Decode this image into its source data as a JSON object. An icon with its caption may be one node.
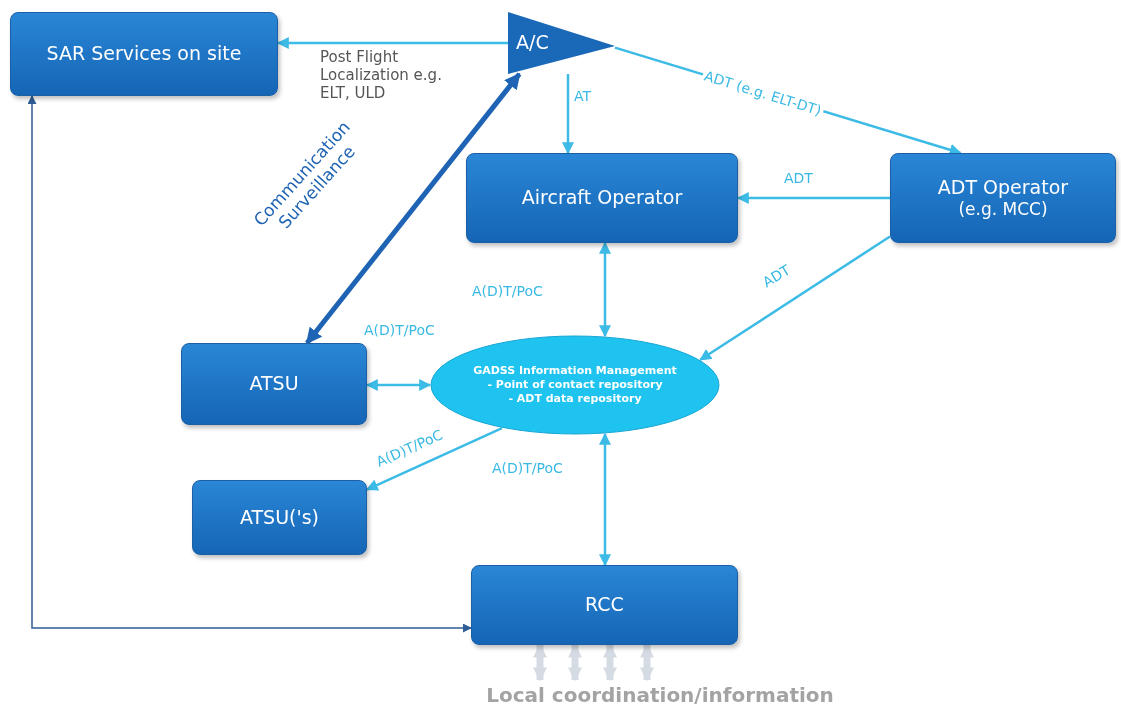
{
  "diagram": {
    "nodes": [
      {
        "text": [
          "SAR Services on site"
        ]
      },
      {
        "text": [
          "A/C"
        ]
      },
      {
        "text": [
          "Aircraft Operator"
        ]
      },
      {
        "text": [
          "ADT Operator",
          "(e.g. MCC)"
        ]
      },
      {
        "text": [
          "ATSU"
        ]
      },
      {
        "text": [
          "GADSS Information Management",
          "- Point of contact repository",
          "- ADT data repository"
        ]
      },
      {
        "text": [
          "ATSU('s)"
        ]
      },
      {
        "text": [
          "RCC"
        ]
      },
      {
        "text": [
          "Local coordination/information"
        ]
      }
    ],
    "edges": [
      {
        "from": 1,
        "to": 0,
        "arrow": "to",
        "label": "Post Flight Localization e.g. ELT, ULD"
      },
      {
        "from": 1,
        "to": 3,
        "arrow": "to",
        "label": "ADT (e.g. ELT-DT)"
      },
      {
        "from": 1,
        "to": 2,
        "arrow": "to",
        "label": "AT"
      },
      {
        "from": 3,
        "to": 2,
        "arrow": "to",
        "label": "ADT"
      },
      {
        "from": 3,
        "to": 5,
        "arrow": "to",
        "label": "ADT"
      },
      {
        "from": 2,
        "to": 5,
        "arrow": "both",
        "label": "A(D)T/PoC"
      },
      {
        "from": 4,
        "to": 1,
        "arrow": "both",
        "label": "Communication Surveillance",
        "style": "thick",
        "color": "#1f64b4"
      },
      {
        "from": 4,
        "to": 5,
        "arrow": "both",
        "label": "A(D)T/PoC"
      },
      {
        "from": 5,
        "to": 6,
        "arrow": "to",
        "label": "A(D)T/PoC"
      },
      {
        "from": 5,
        "to": 7,
        "arrow": "both",
        "label": "A(D)T/PoC"
      },
      {
        "from": 7,
        "to": 0,
        "arrow": "both",
        "color": "#2f5d96"
      },
      {
        "from": 7,
        "to": 8,
        "arrow": "both",
        "style": "thick",
        "color": "#d5dbe3"
      },
      {
        "from": 7,
        "to": 8,
        "arrow": "both",
        "style": "thick",
        "color": "#d5dbe3"
      },
      {
        "from": 7,
        "to": 8,
        "arrow": "both",
        "style": "thick",
        "color": "#d5dbe3"
      },
      {
        "from": 7,
        "to": 8,
        "arrow": "both",
        "style": "thick",
        "color": "#d5dbe3"
      }
    ]
  }
}
